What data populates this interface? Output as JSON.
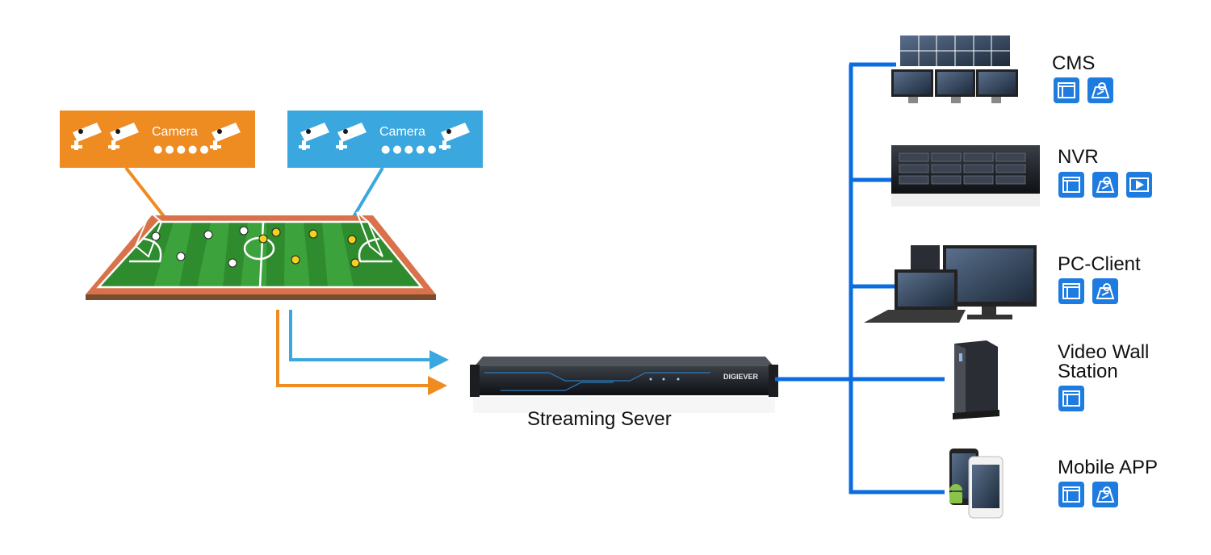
{
  "camera_groups": [
    {
      "label": "Camera",
      "dots": "●●●●●",
      "color": "#EE8B21"
    },
    {
      "label": "Camera",
      "dots": "●●●●●",
      "color": "#3AA8DF"
    }
  ],
  "server": {
    "label": "Streaming Sever",
    "brand": "DIGIEVER"
  },
  "clients": [
    {
      "name": "CMS",
      "icons": [
        "layout-icon",
        "map-icon"
      ]
    },
    {
      "name": "NVR",
      "icons": [
        "layout-icon",
        "map-icon",
        "video-icon"
      ]
    },
    {
      "name": "PC-Client",
      "icons": [
        "layout-icon",
        "map-icon"
      ]
    },
    {
      "name": "Video Wall\nStation",
      "line1": "Video Wall",
      "line2": "Station",
      "icons": [
        "layout-icon"
      ]
    },
    {
      "name": "Mobile APP",
      "icons": [
        "layout-icon",
        "map-icon"
      ]
    }
  ],
  "colors": {
    "orange": "#EE8B21",
    "blue": "#3AA8DF",
    "network": "#0A6CE0",
    "icon_bg": "#1E7BE0",
    "field_green": "#2E8B2E",
    "track": "#D9724A"
  }
}
